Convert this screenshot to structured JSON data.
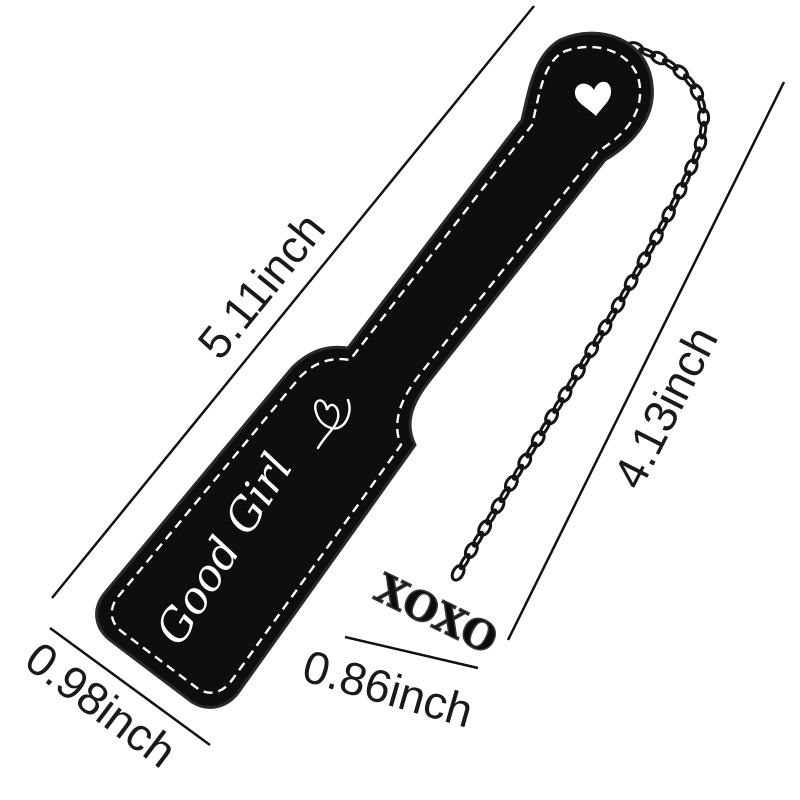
{
  "product": {
    "inscription": "Good Girl",
    "charm_text": "XOXO",
    "body_color": "#0e0e0e",
    "stitch_color": "#ffffff",
    "chain_color": "#141414",
    "icons": [
      "heart-cutout-icon",
      "heart-doodle-icon"
    ]
  },
  "dimensions": {
    "length": "5.11inch",
    "chain_length": "4.13inch",
    "paddle_width": "0.98inch",
    "charm_width": "0.86inch"
  }
}
